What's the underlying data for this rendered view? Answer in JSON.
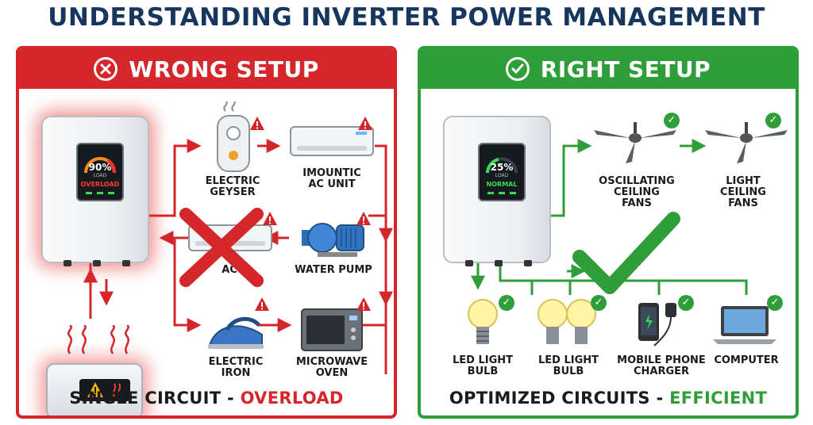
{
  "title": "UNDERSTANDING INVERTER POWER MANAGEMENT",
  "wrong": {
    "header": "WRONG SETUP",
    "header_icon": "x-circle-icon",
    "color": "#d4262b",
    "inverter_display": {
      "percent": "90%",
      "load": "LOAD",
      "status": "OVERLOAD"
    },
    "appliances": [
      {
        "label": "ELECTRIC\nGEYSER",
        "icon": "geyser-icon"
      },
      {
        "label": "IMOUNTIC\nAC UNIT",
        "icon": "ac-unit-icon"
      },
      {
        "label": "AC",
        "icon": "ac-unit-icon"
      },
      {
        "label": "WATER PUMP",
        "icon": "water-pump-icon"
      },
      {
        "label": "ELECTRIC\nIRON",
        "icon": "iron-icon"
      },
      {
        "label": "MICROWAVE\nOVEN",
        "icon": "microwave-icon"
      }
    ],
    "footer_main": "SINGLE CIRCUIT",
    "footer_sep": " - ",
    "footer_highlight": "OVERLOAD"
  },
  "right": {
    "header": "RIGHT SETUP",
    "header_icon": "check-circle-icon",
    "color": "#2f9e3a",
    "inverter_display": {
      "percent": "25%",
      "load": "LOAD",
      "status": "NORMAL"
    },
    "appliances": [
      {
        "label": "OSCILLATING\nCEILING\nFANS",
        "icon": "ceiling-fan-icon"
      },
      {
        "label": "LIGHT\nCEILING\nFANS",
        "icon": "ceiling-fan-icon"
      },
      {
        "label": "LED LIGHT\nBULB",
        "icon": "bulb-icon"
      },
      {
        "label": "LED LIGHT\nBULB",
        "icon": "bulb-icon"
      },
      {
        "label": "MOBILE PHONE\nCHARGER",
        "icon": "phone-charger-icon"
      },
      {
        "label": "COMPUTER",
        "icon": "laptop-icon"
      }
    ],
    "footer_main": "OPTIMIZED CIRCUITS",
    "footer_sep": " - ",
    "footer_highlight": "EFFICIENT"
  }
}
